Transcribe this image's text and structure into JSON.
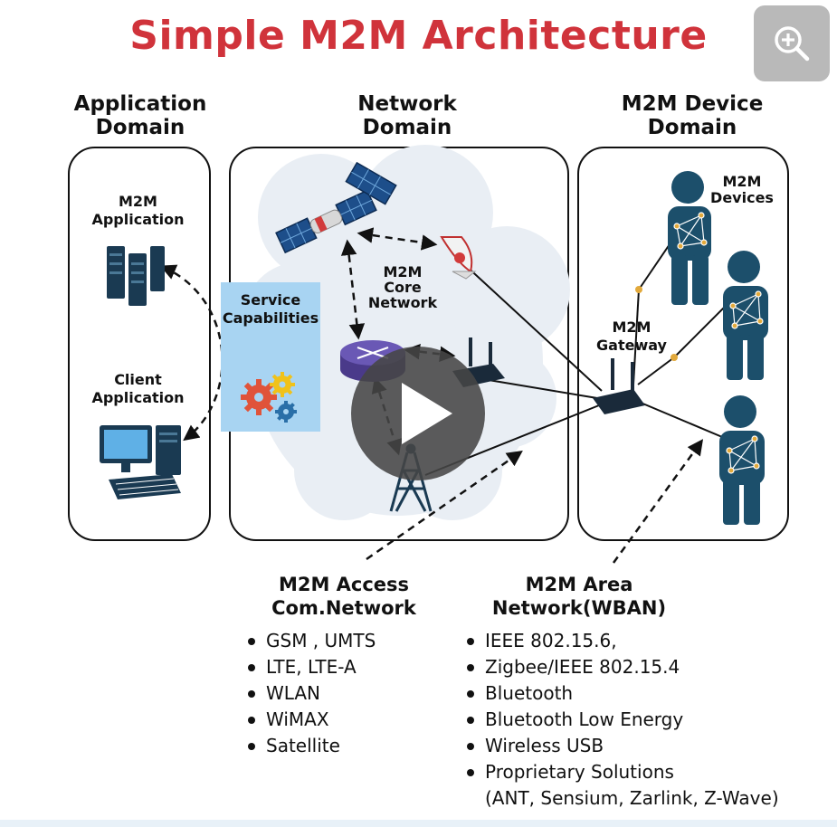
{
  "title": "Simple M2M Architecture",
  "zoom_button": {
    "icon": "zoom-in-icon"
  },
  "domains": {
    "application": {
      "line1": "Application",
      "line2": "Domain"
    },
    "network": {
      "line1": "Network",
      "line2": "Domain"
    },
    "device": {
      "line1": "M2M Device",
      "line2": "Domain"
    }
  },
  "labels": {
    "m2m_application": {
      "line1": "M2M",
      "line2": "Application"
    },
    "client_application": {
      "line1": "Client",
      "line2": "Application"
    },
    "service_capabilities": {
      "line1": "Service",
      "line2": "Capabilities"
    },
    "core_network": {
      "line1": "M2M",
      "line2": "Core",
      "line3": "Network"
    },
    "gateway": {
      "line1": "M2M",
      "line2": "Gateway"
    },
    "devices": {
      "line1": "M2M",
      "line2": "Devices"
    }
  },
  "access_network": {
    "heading1": "M2M Access",
    "heading2": "Com.Network",
    "items": [
      "GSM , UMTS",
      "LTE, LTE-A",
      "WLAN",
      "WiMAX",
      "Satellite"
    ]
  },
  "area_network": {
    "heading1": "M2M Area",
    "heading2": "Network(WBAN)",
    "items": [
      "IEEE 802.15.6,",
      "Zigbee/IEEE 802.15.4",
      "Bluetooth",
      "Bluetooth Low Energy",
      "Wireless USB",
      "Proprietary Solutions"
    ],
    "last_item_line2": "(ANT, Sensium, Zarlink, Z-Wave)"
  },
  "colors": {
    "title": "#d0333b",
    "cloud": "#e9eef4",
    "service_box": "#a8d4f2",
    "device_figure": "#1c4f6b",
    "node": "#e2a93b",
    "router": "#6a58b5",
    "tower": "#1a3a52"
  },
  "play_button": {
    "icon": "play-icon"
  }
}
